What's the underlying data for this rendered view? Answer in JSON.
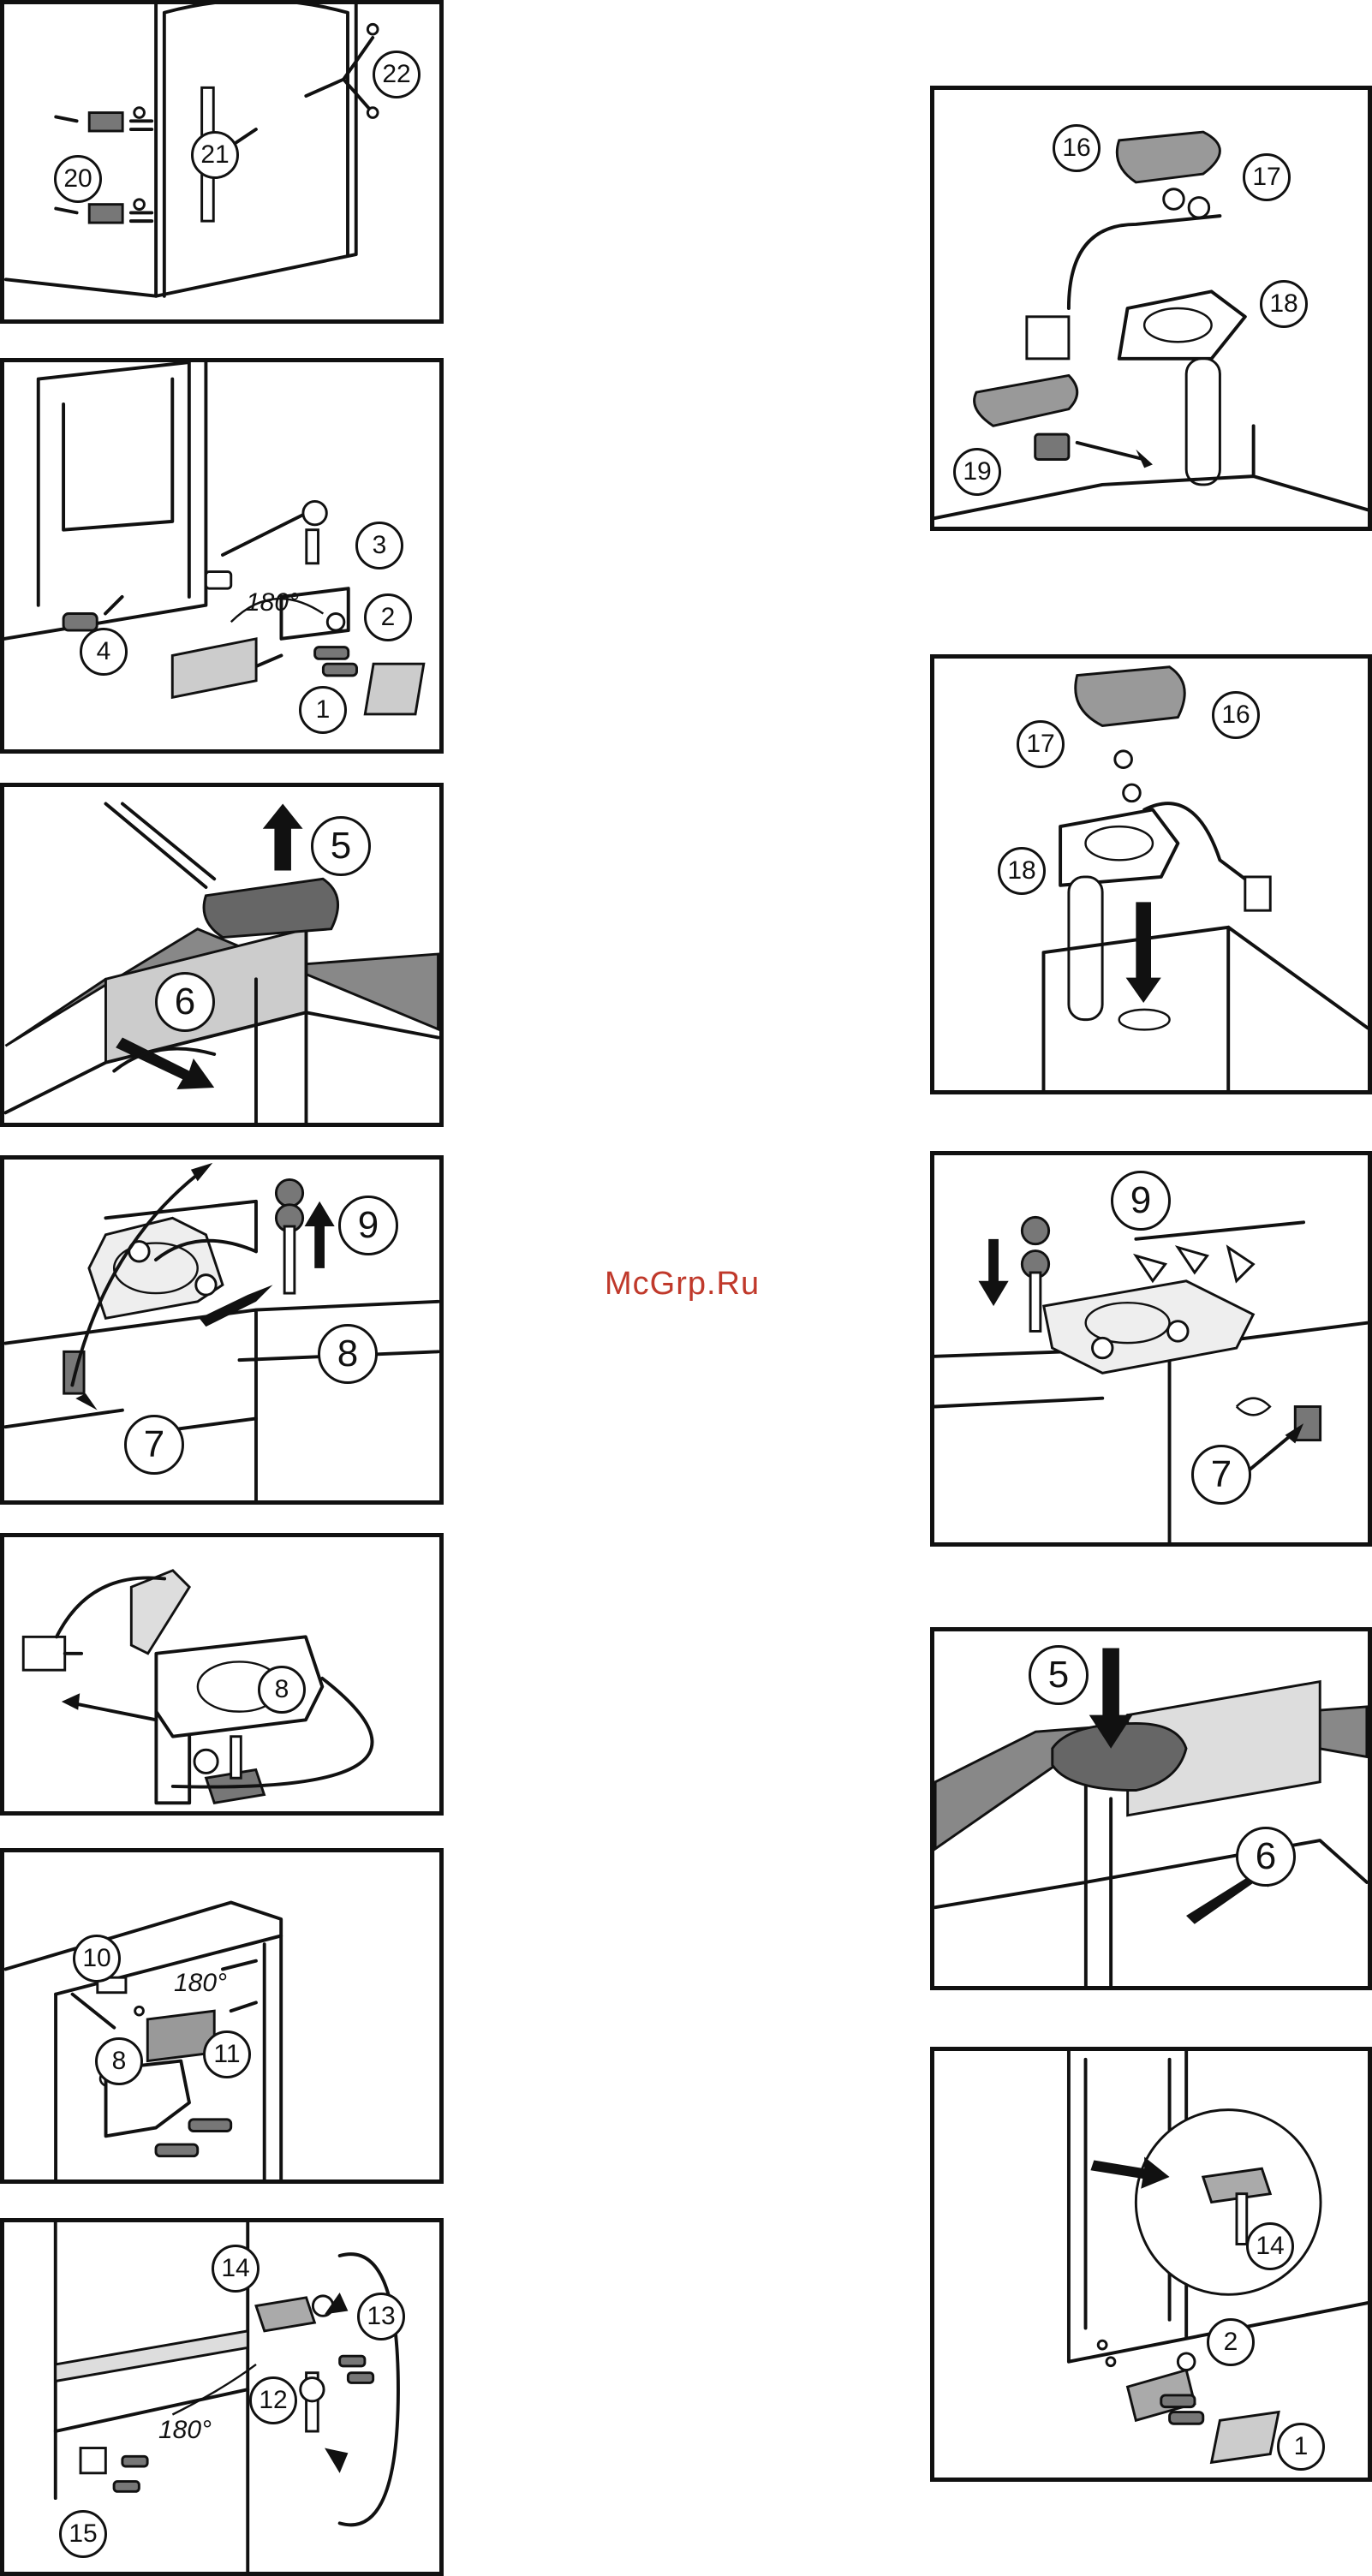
{
  "watermark": "McGrp.Ru",
  "panels": [
    {
      "id": "p1",
      "callouts": [
        "20",
        "21",
        "22"
      ]
    },
    {
      "id": "p2",
      "callouts": [
        "1",
        "2",
        "3",
        "4"
      ],
      "angle": "180°"
    },
    {
      "id": "p3",
      "callouts": [
        "5",
        "6"
      ]
    },
    {
      "id": "p4",
      "callouts": [
        "7",
        "8",
        "9"
      ]
    },
    {
      "id": "p5",
      "callouts": [
        "8"
      ]
    },
    {
      "id": "p6",
      "callouts": [
        "8",
        "10",
        "11"
      ],
      "angle": "180°"
    },
    {
      "id": "p7",
      "callouts": [
        "12",
        "13",
        "14",
        "15"
      ],
      "angle": "180°"
    },
    {
      "id": "p8",
      "callouts": [
        "16",
        "17",
        "18",
        "19"
      ]
    },
    {
      "id": "p9",
      "callouts": [
        "16",
        "17",
        "18"
      ]
    },
    {
      "id": "p10",
      "callouts": [
        "7",
        "9"
      ]
    },
    {
      "id": "p11",
      "callouts": [
        "5",
        "6"
      ]
    },
    {
      "id": "p12",
      "callouts": [
        "1",
        "2",
        "14"
      ]
    }
  ],
  "colors": {
    "line": "#111111",
    "shade": "#777777",
    "light_shade": "#cccccc",
    "watermark": "#c0392b"
  }
}
